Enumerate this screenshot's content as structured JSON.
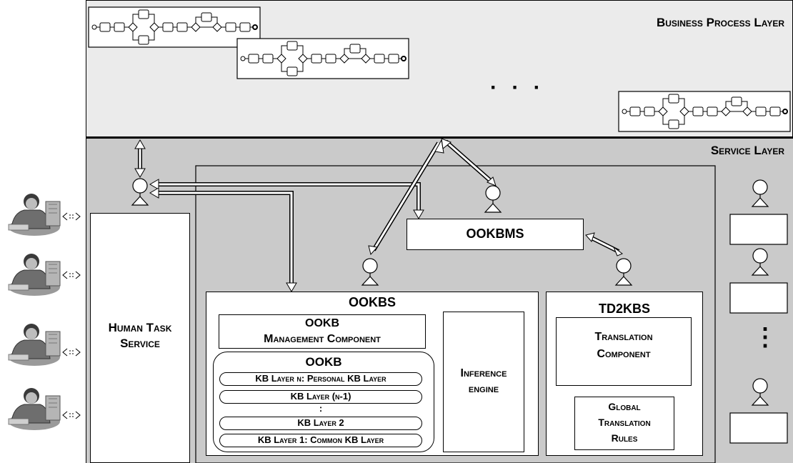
{
  "layers": {
    "business": "Business Process Layer",
    "service": "Service Layer"
  },
  "ellipsis": "· · ·",
  "vertical_ellipsis": "⋮",
  "components": {
    "human_task": [
      "Human Task",
      "Service"
    ],
    "ookbms": "OOKBMS",
    "ookbs": "OOKBS",
    "ookb_management": [
      "OOKB",
      "Management Component"
    ],
    "ookb": "OOKB",
    "kb_layers": [
      "KB Layer n: Personal KB Layer",
      "KB Layer (n-1)",
      "KB Layer 2",
      "KB Layer 1: Common KB Layer"
    ],
    "kb_dots": ":",
    "inference": [
      "Inference",
      "engine"
    ],
    "td2kbs": "TD2KBS",
    "translation": [
      "Translation",
      "Component"
    ],
    "global_rules": [
      "Global",
      "Translation",
      "Rules"
    ]
  },
  "colors": {
    "business_bg": "#ebebeb",
    "service_bg": "#cacaca",
    "border": "#000000"
  }
}
